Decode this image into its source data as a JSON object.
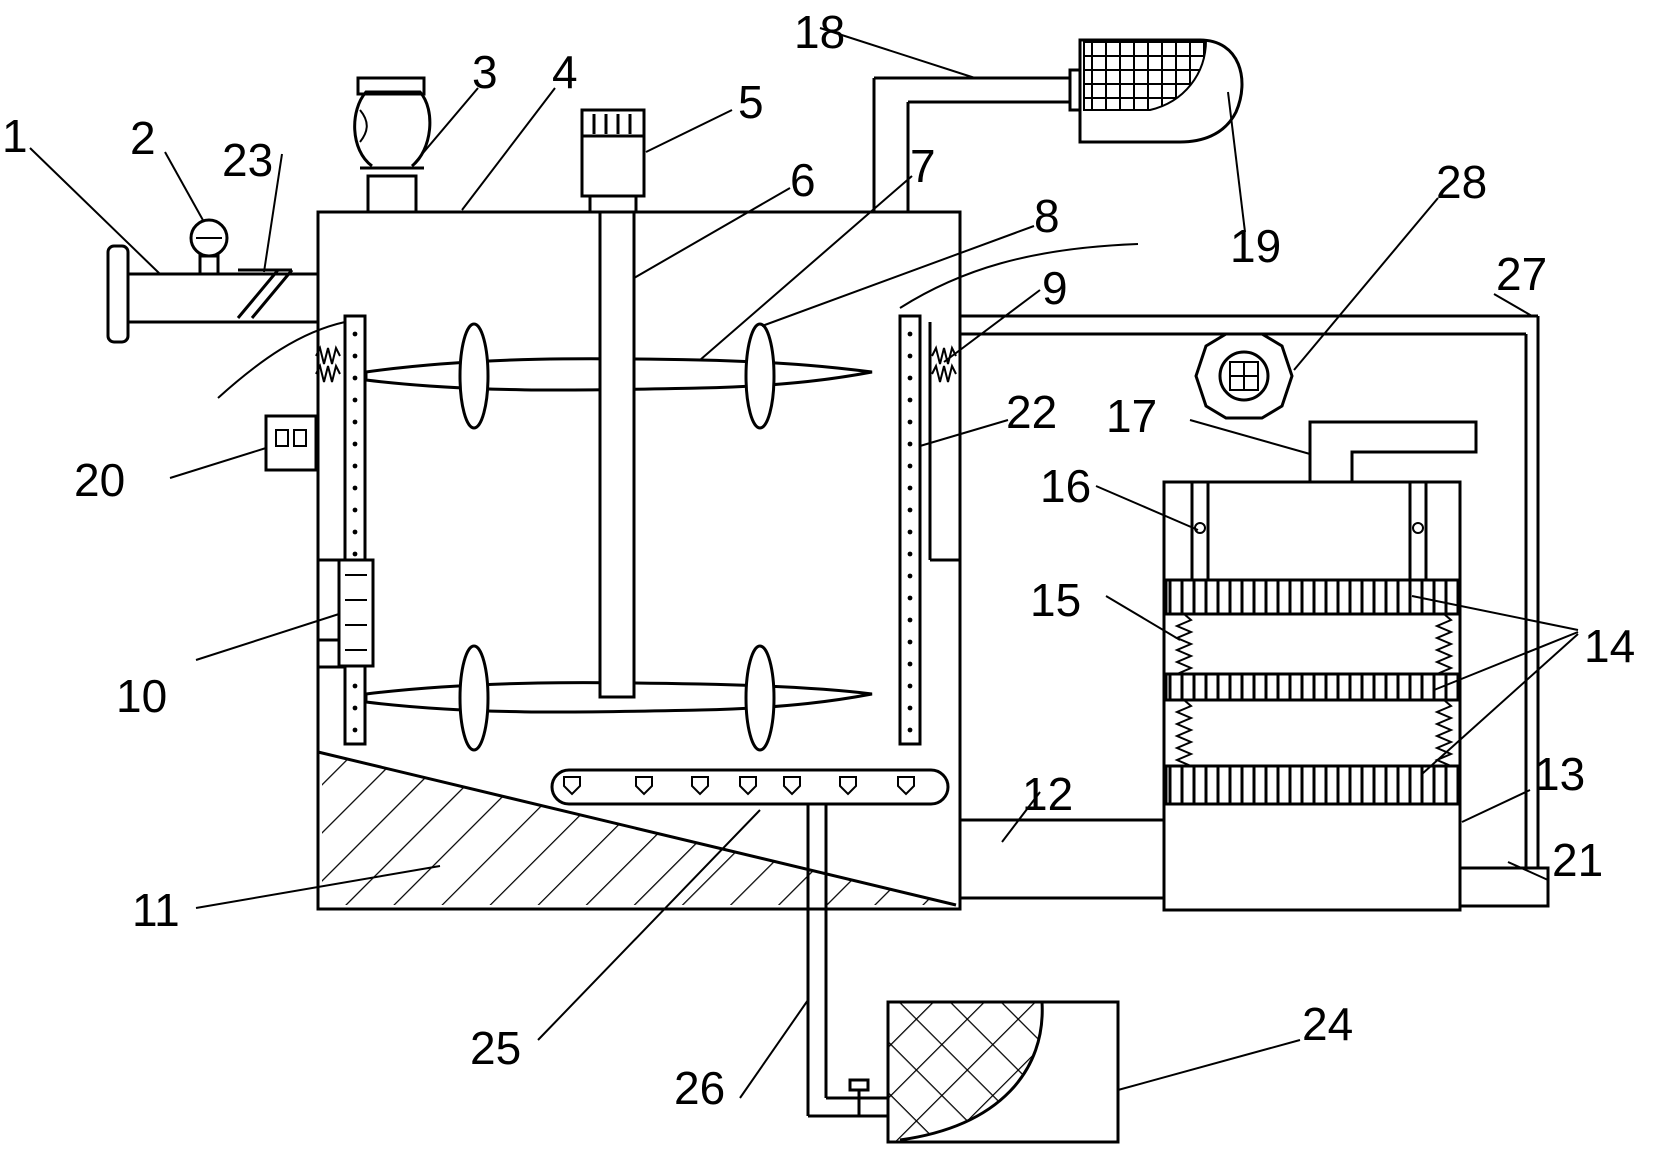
{
  "labels": {
    "l1": "1",
    "l2": "2",
    "l3": "3",
    "l4": "4",
    "l5": "5",
    "l6": "6",
    "l7": "7",
    "l8": "8",
    "l9": "9",
    "l10": "10",
    "l11": "11",
    "l12": "12",
    "l13": "13",
    "l14": "14",
    "l15": "15",
    "l16": "16",
    "l17": "17",
    "l18": "18",
    "l19": "19",
    "l20": "20",
    "l21": "21",
    "l22": "22",
    "l23": "23",
    "l24": "24",
    "l25": "25",
    "l26": "26",
    "l27": "27",
    "l28": "28"
  }
}
